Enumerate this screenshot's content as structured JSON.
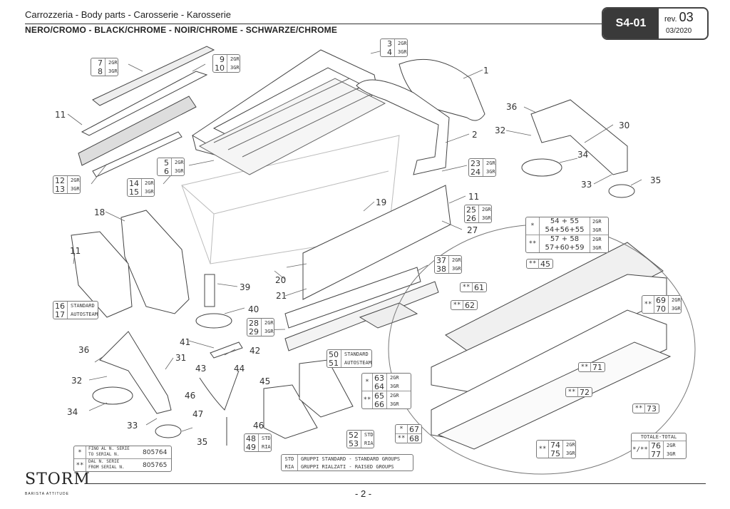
{
  "header": {
    "title_line": "Carrozzeria - Body parts - Carosserie - Karosserie",
    "subtitle_line": "NERO/CROMO - BLACK/CHROME - NOIR/CHROME - SCHWARZE/CHROME",
    "code": "S4-01",
    "rev_label": "rev.",
    "rev_number": "03",
    "date": "03/2020"
  },
  "callouts": {
    "c1": "1",
    "c2": "2",
    "c11a": "11",
    "c11b": "11",
    "c11c": "11",
    "c18": "18",
    "c19": "19",
    "c20": "20",
    "c21": "21",
    "c27": "27",
    "c30": "30",
    "c31": "31",
    "c32a": "32",
    "c32b": "32",
    "c33a": "33",
    "c33b": "33",
    "c34a": "34",
    "c34b": "34",
    "c35a": "35",
    "c35b": "35",
    "c36a": "36",
    "c36b": "36",
    "c39": "39",
    "c40": "40",
    "c41": "41",
    "c42": "42",
    "c43": "43",
    "c44": "44",
    "c45b": "45",
    "c46a": "46",
    "c46b": "46",
    "c47": "47"
  },
  "boxes": {
    "b3": {
      "top": "3",
      "bot": "4",
      "t1": "2GR",
      "t2": "3GR"
    },
    "b7": {
      "top": "7",
      "bot": "8",
      "t1": "2GR",
      "t2": "3GR"
    },
    "b9": {
      "top": "9",
      "bot": "10",
      "t1": "2GR",
      "t2": "3GR"
    },
    "b12": {
      "top": "12",
      "bot": "13",
      "t1": "2GR",
      "t2": "3GR"
    },
    "b14": {
      "top": "14",
      "bot": "15",
      "t1": "2GR",
      "t2": "3GR"
    },
    "b5": {
      "top": "5",
      "bot": "6",
      "t1": "2GR",
      "t2": "3GR"
    },
    "b23": {
      "top": "23",
      "bot": "24",
      "t1": "2GR",
      "t2": "3GR"
    },
    "b25": {
      "top": "25",
      "bot": "26",
      "t1": "2GR",
      "t2": "3GR"
    },
    "b16": {
      "top": "16",
      "bot": "17",
      "t1": "STANDARD",
      "t2": "AUTOSTEAM"
    },
    "b37": {
      "top": "37",
      "bot": "38",
      "t1": "2GR",
      "t2": "3GR"
    },
    "b28": {
      "top": "28",
      "bot": "29",
      "t1": "2GR",
      "t2": "3GR"
    },
    "b50": {
      "top": "50",
      "bot": "51",
      "t1": "STANDARD",
      "t2": "AUTOSTEAM"
    },
    "b48": {
      "top": "48",
      "bot": "49",
      "t1": "STD",
      "t2": "RIA"
    },
    "b52": {
      "top": "52",
      "bot": "53",
      "t1": "STD",
      "t2": "RIA"
    },
    "b63": {
      "top": "63",
      "bot": "64",
      "t1": "2GR",
      "t2": "3GR"
    },
    "b65": {
      "top": "65",
      "bot": "66",
      "t1": "2GR",
      "t2": "3GR"
    },
    "b69": {
      "top": "69",
      "bot": "70",
      "t1": "2GR",
      "t2": "3GR"
    },
    "b74": {
      "top": "74",
      "bot": "75",
      "t1": "2GR",
      "t2": "3GR"
    },
    "b76": {
      "top": "76",
      "bot": "77",
      "t1": "2GR",
      "t2": "3GR"
    }
  },
  "combo": {
    "r1a": "54 + 55",
    "r1b": "54+56+55",
    "r2a": "57 + 58",
    "r2b": "57+60+59",
    "g2": "2GR",
    "g3": "3GR"
  },
  "single": {
    "s45": "45",
    "s61": "61",
    "s62": "62",
    "s71": "71",
    "s72": "72",
    "s73": "73",
    "s67": "67",
    "s68": "68"
  },
  "marks": {
    "one": "*",
    "two": "**",
    "either": "*/**"
  },
  "totale": "TOTALE-TOTAL",
  "serial": {
    "r1l1": "FINO AL N. SERIE",
    "r1l2": "TO SERIAL N.",
    "r1num": "805764",
    "r2l1": "DAL N. SERIE",
    "r2l2": "FROM SERIAL N.",
    "r2num": "805765"
  },
  "groups": {
    "std_code": "STD",
    "std_text": "GRUPPI STANDARD - STANDARD GROUPS",
    "ria_code": "RIA",
    "ria_text": "GRUPPI RIALZATI - RAISED GROUPS"
  },
  "footer": {
    "logo": "STORM",
    "tagline": "BARISTA ATTITUDE",
    "page": "- 2 -"
  }
}
